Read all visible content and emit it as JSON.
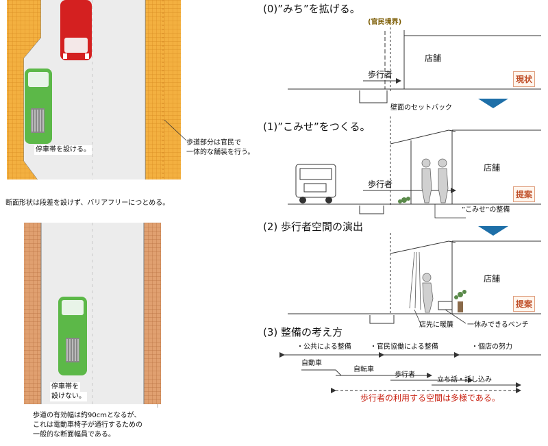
{
  "plan_top": {
    "note_bay": "停車帯を設ける。",
    "note_paving_1": "歩道部分は官民で",
    "note_paving_2": "一体的な舗装を行う。",
    "caption": "断面形状は段差を設けず、バリアフリーにつとめる。"
  },
  "plan_bottom": {
    "note_nobay_1": "停車帯を",
    "note_nobay_2": "設けない。",
    "caption_1": "歩道の有効幅は約90cmとなるが、",
    "caption_2": "これは電動車椅子が通行するための",
    "caption_3": "一般的な断面幅員である。"
  },
  "sections": {
    "s0_title": "(0)”みち”を拡げる。",
    "s0_boundary": "(官民境界)",
    "s0_shop": "店舗",
    "s0_walker": "歩行者",
    "s0_stamp": "現状",
    "setback": "壁面のセットバック",
    "s1_title": "(1)”こみせ”をつくる。",
    "s1_shop": "店舗",
    "s1_walker": "歩行者",
    "s1_stamp": "提案",
    "s1_komise": "”こみせ”の整備",
    "s2_title": "(2) 歩行者空間の演出",
    "s2_shop": "店舗",
    "s2_stamp": "提案",
    "s2_noren": "店先に暖簾",
    "s2_bench": "一休みできるベンチ"
  },
  "approach": {
    "title": "(3) 整備の考え方",
    "public": "・公共による整備",
    "collab": "・官民協働による整備",
    "shop_effort": "・個店の努力",
    "car": "自動車",
    "bicycle": "自転車",
    "walker": "歩行者",
    "chat": "立ち話・話し込み",
    "conclusion": "歩行者の利用する空間は多様である。"
  },
  "colors": {
    "paving": "#f0a830",
    "paving_bottom": "#d8905a",
    "road": "#ececec",
    "green_car": "#5cb848",
    "red_car": "#d42020",
    "accent_blue": "#1e6fa8",
    "conclusion_red": "#c82010"
  }
}
